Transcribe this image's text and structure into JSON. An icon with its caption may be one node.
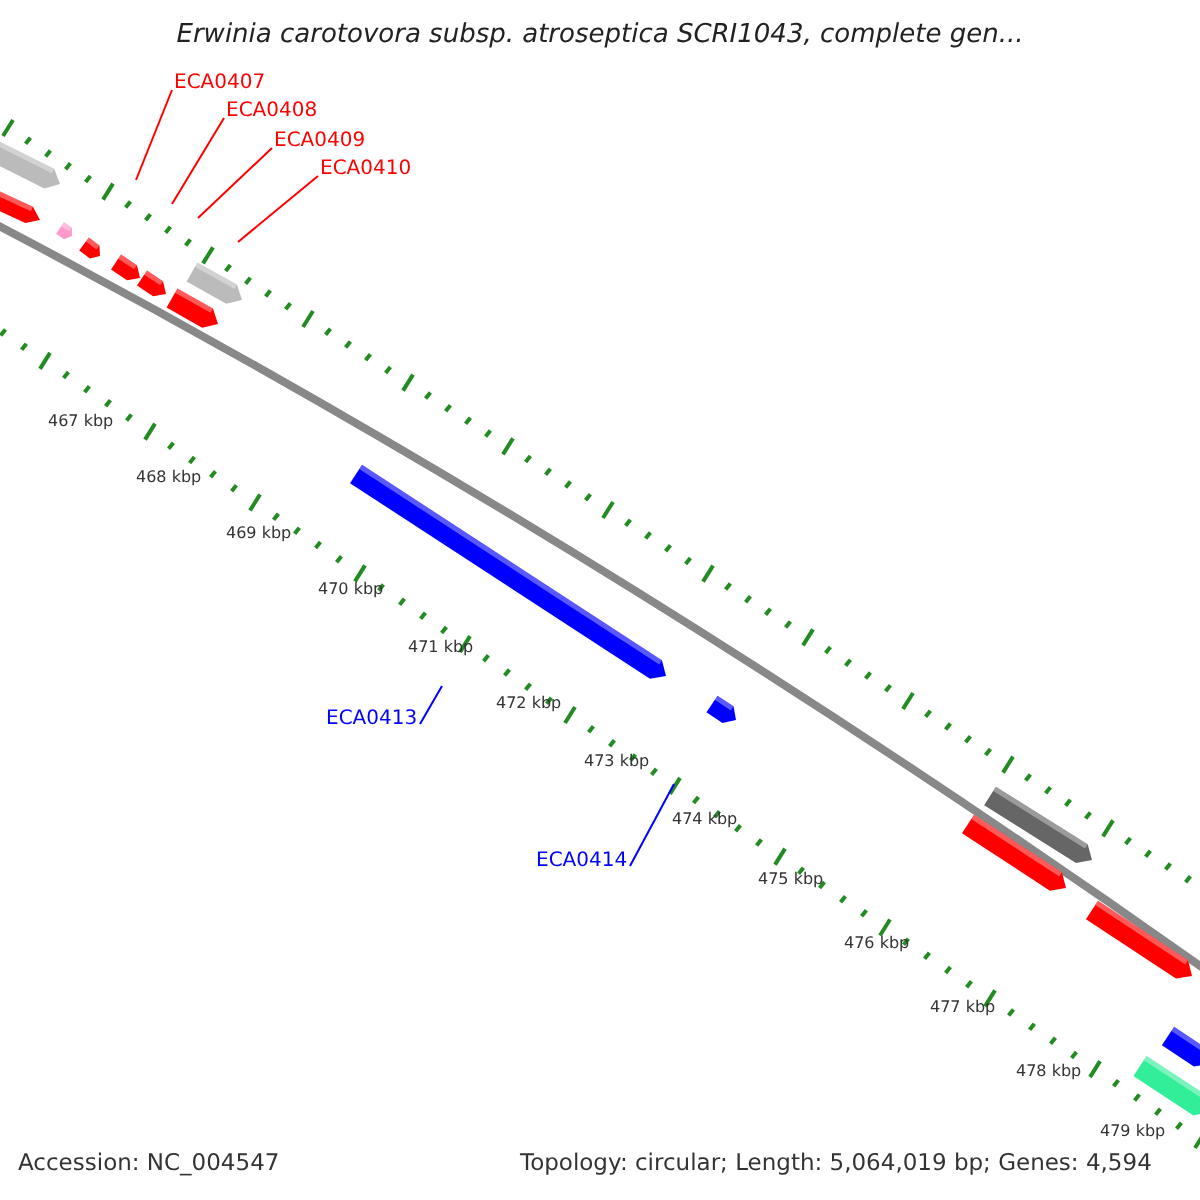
{
  "diagram": {
    "title": "Erwinia carotovora subsp. atroseptica SCRI1043, complete gen...",
    "nodes": [
      {
        "text": [
          "ECA0407"
        ]
      },
      {
        "text": [
          "ECA0408"
        ]
      },
      {
        "text": [
          "ECA0409"
        ]
      },
      {
        "text": [
          "ECA0410"
        ]
      },
      {
        "text": [
          "ECA0413"
        ]
      },
      {
        "text": [
          "ECA0414"
        ]
      }
    ],
    "edges": [
      {
        "from": 0,
        "to": null,
        "arrow": "none"
      },
      {
        "from": 1,
        "to": null,
        "arrow": "none"
      },
      {
        "from": 2,
        "to": null,
        "arrow": "none"
      },
      {
        "from": 3,
        "to": null,
        "arrow": "none"
      },
      {
        "from": 4,
        "to": null,
        "arrow": "none",
        "color": "#0000ff"
      },
      {
        "from": 5,
        "to": null,
        "arrow": "none",
        "color": "#0000ff"
      }
    ],
    "labels": [
      "467 kbp",
      "468 kbp",
      "469 kbp",
      "470 kbp",
      "471 kbp",
      "472 kbp",
      "473 kbp",
      "474 kbp",
      "475 kbp",
      "476 kbp",
      "477 kbp",
      "478 kbp",
      "479 kbp",
      "Accession: NC_004547",
      "Topology: circular; Length: 5,064,019 bp; Genes: 4,594"
    ]
  }
}
